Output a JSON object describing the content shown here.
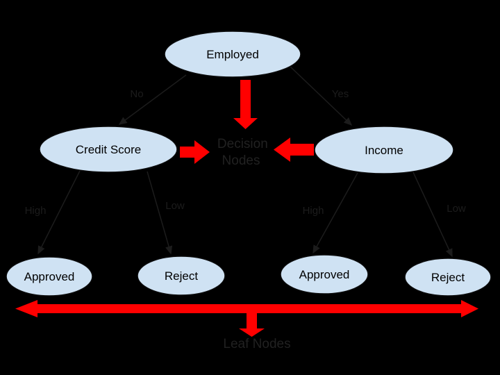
{
  "colors": {
    "background": "#000000",
    "node_fill": "#cfe2f3",
    "node_stroke": "#0a0a0a",
    "node_text": "#000000",
    "red_arrow": "#ff0000",
    "edge": "#1c1c1c",
    "dim_text": "#212121"
  },
  "nodes": {
    "employed": "Employed",
    "credit_score": "Credit Score",
    "income": "Income",
    "approved_left": "Approved",
    "reject_left": "Reject",
    "approved_right": "Approved",
    "reject_right": "Reject"
  },
  "edge_labels": {
    "no": "No",
    "yes": "Yes",
    "high_left": "High",
    "low_left": "Low",
    "high_right": "High",
    "low_right": "Low"
  },
  "annotations": {
    "decision_nodes": {
      "text": "Decision Nodes",
      "lines": [
        "Decision",
        "Nodes"
      ]
    },
    "leaf_nodes": "Leaf Nodes"
  }
}
